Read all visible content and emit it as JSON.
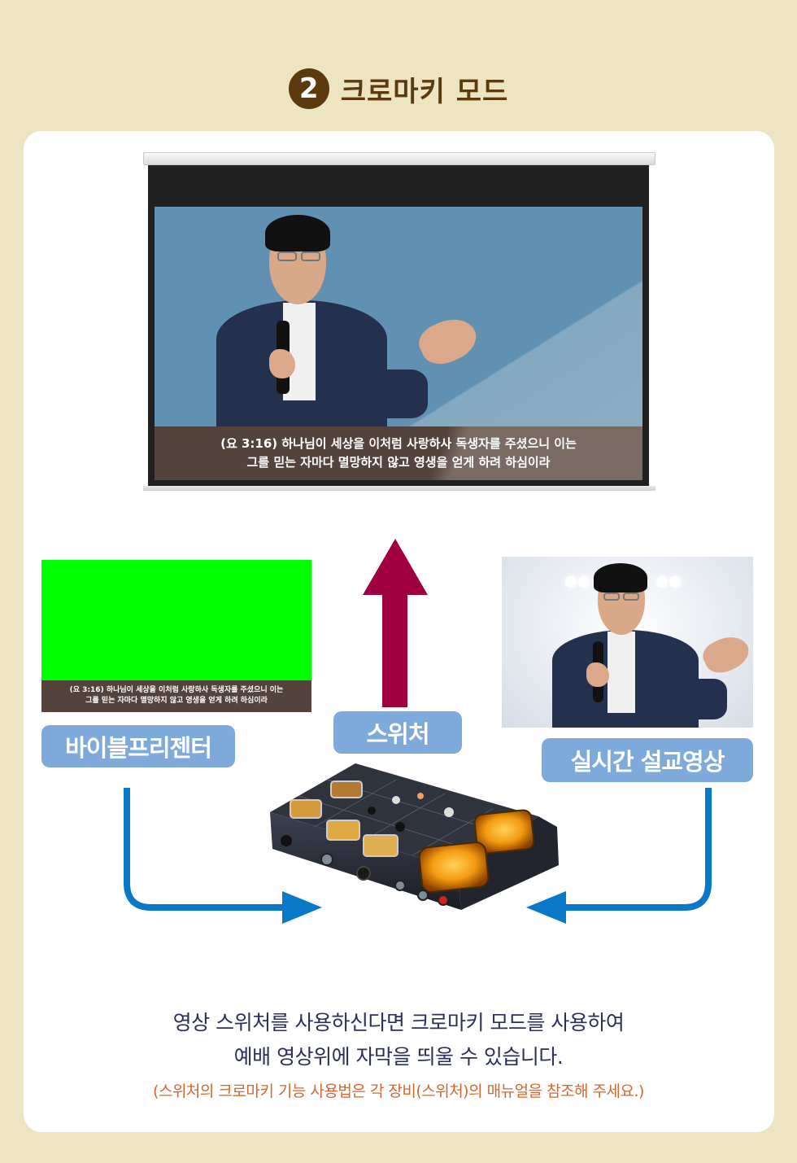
{
  "header": {
    "step_number": "2",
    "title": "크로마키 모드"
  },
  "screen": {
    "caption_line1": "(요 3:16) 하나님이 세상을 이처럼 사랑하사 독생자를 주셨으니 이는",
    "caption_line2": "그를 믿는 자마다 멸망하지 않고 영생을 얻게 하려 하심이라"
  },
  "bible_presenter": {
    "caption_line1": "(요 3:16) 하나님이 세상을 이처럼 사랑하사 독생자를 주셨으니 이는",
    "caption_line2": "그를 믿는 자마다 멸망하지 않고 영생을 얻게 하려 하심이라",
    "label": "바이블프리젠터",
    "chroma_color": "#00ff00"
  },
  "switcher": {
    "label": "스위처"
  },
  "live_sermon": {
    "label": "실시간 설교영상"
  },
  "colors": {
    "background": "#ede4c2",
    "title": "#5b3a0f",
    "label_pill": "#7eaadb",
    "up_arrow": "#a0003f",
    "flow_arrow": "#0a78c8",
    "body_text": "#2b2f5a",
    "note_text": "#d4672f"
  },
  "description": {
    "line1": "영상 스위처를 사용하신다면 크로마키 모드를 사용하여",
    "line2": "예배 영상위에 자막을 띄울 수 있습니다.",
    "note": "(스위처의 크로마키 기능 사용법은 각 장비(스위처)의 매뉴얼을 참조해 주세요.)"
  }
}
